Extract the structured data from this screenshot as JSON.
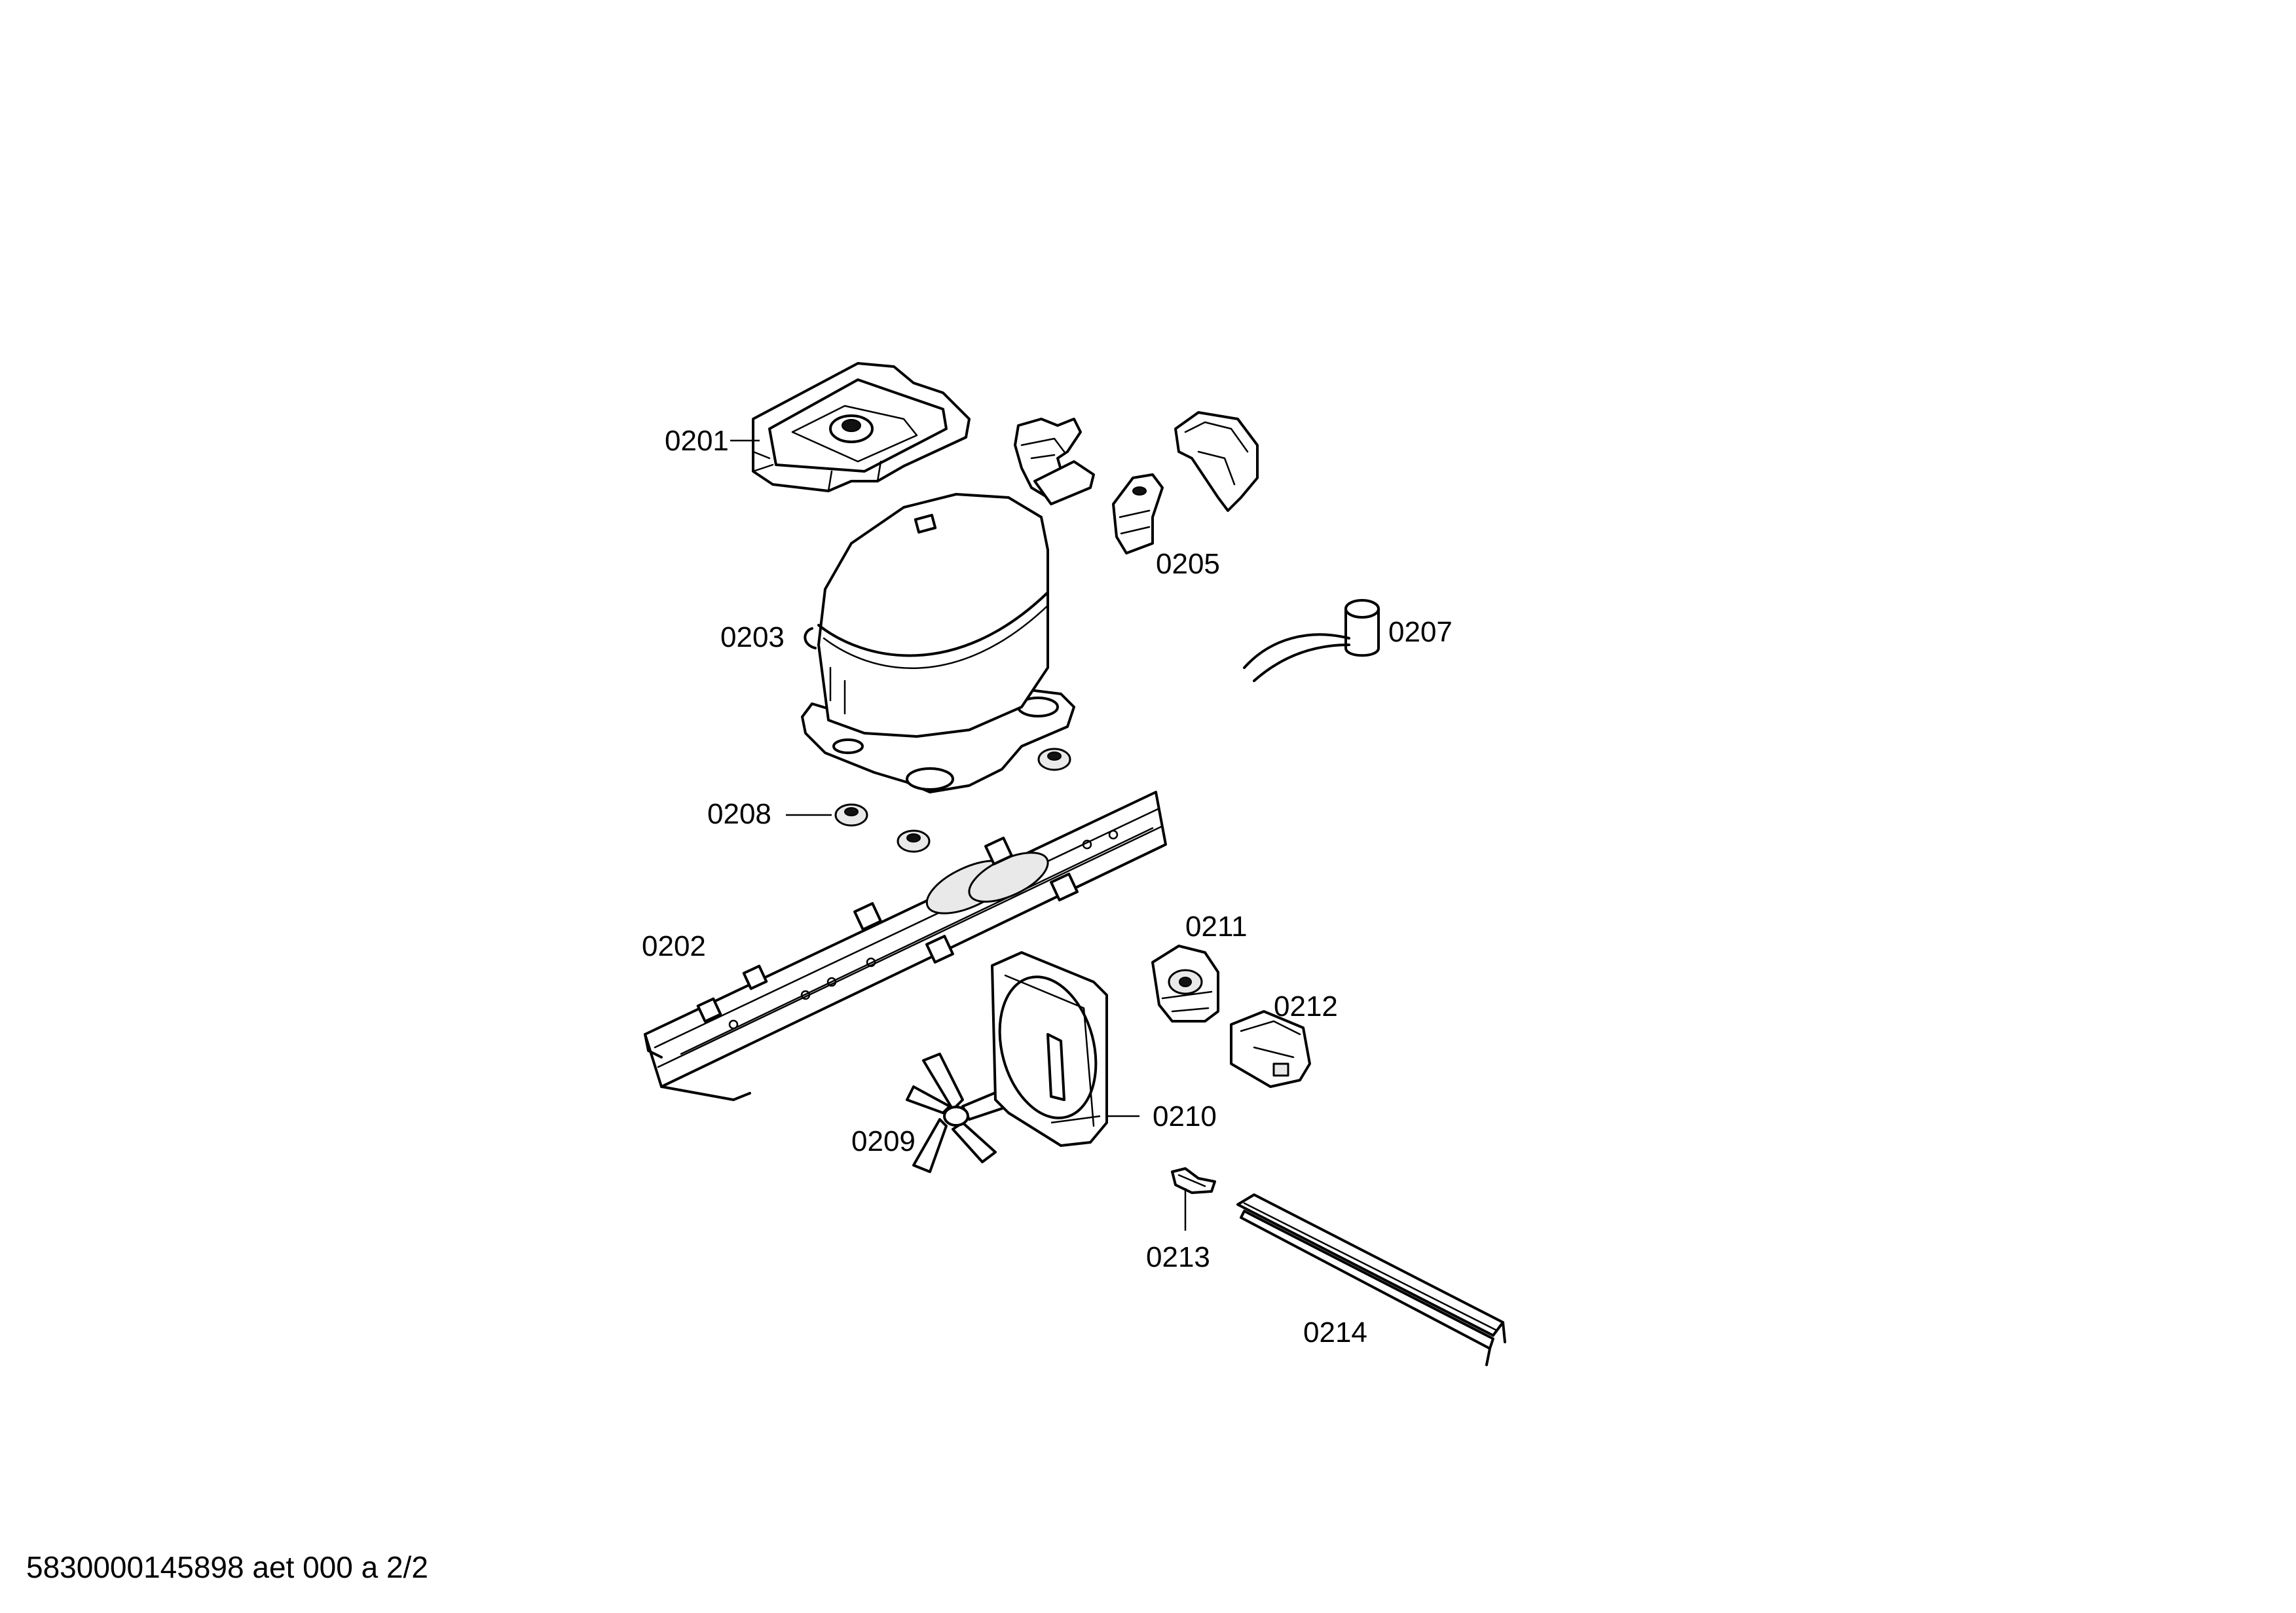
{
  "parts": [
    {
      "id": "0201",
      "label": "0201"
    },
    {
      "id": "0202",
      "label": "0202"
    },
    {
      "id": "0203",
      "label": "0203"
    },
    {
      "id": "0205",
      "label": "0205"
    },
    {
      "id": "0207",
      "label": "0207"
    },
    {
      "id": "0208",
      "label": "0208"
    },
    {
      "id": "0209",
      "label": "0209"
    },
    {
      "id": "0210",
      "label": "0210"
    },
    {
      "id": "0211",
      "label": "0211"
    },
    {
      "id": "0212",
      "label": "0212"
    },
    {
      "id": "0213",
      "label": "0213"
    },
    {
      "id": "0214",
      "label": "0214"
    }
  ],
  "footer": {
    "text": "5830000145898 aet 000 a 2/2"
  }
}
